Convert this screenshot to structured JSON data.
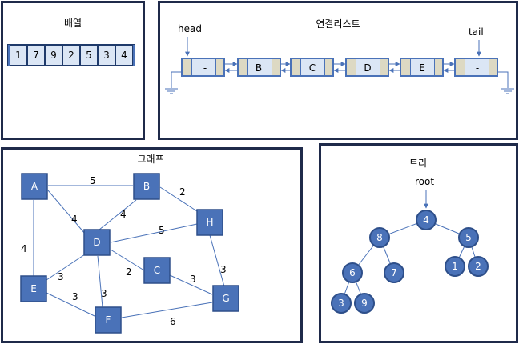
{
  "array_panel": {
    "title": "배열",
    "values": [
      "1",
      "7",
      "9",
      "2",
      "5",
      "3",
      "4"
    ]
  },
  "list_panel": {
    "title": "연결리스트",
    "head_label": "head",
    "tail_label": "tail",
    "nodes": [
      "-",
      "B",
      "C",
      "D",
      "E",
      "-"
    ]
  },
  "graph_panel": {
    "title": "그래프",
    "nodes": [
      "A",
      "B",
      "H",
      "D",
      "C",
      "E",
      "F",
      "G"
    ],
    "edges": [
      {
        "from": "A",
        "to": "B",
        "weight": "5"
      },
      {
        "from": "B",
        "to": "H",
        "weight": "2"
      },
      {
        "from": "A",
        "to": "D",
        "weight": "4"
      },
      {
        "from": "B",
        "to": "D",
        "weight": "4"
      },
      {
        "from": "D",
        "to": "H",
        "weight": "5"
      },
      {
        "from": "A",
        "to": "E",
        "weight": "4"
      },
      {
        "from": "D",
        "to": "C",
        "weight": "2"
      },
      {
        "from": "H",
        "to": "G",
        "weight": "3"
      },
      {
        "from": "D",
        "to": "E",
        "weight": "3"
      },
      {
        "from": "C",
        "to": "G",
        "weight": "3"
      },
      {
        "from": "D",
        "to": "F",
        "weight": "3"
      },
      {
        "from": "E",
        "to": "F",
        "weight": "3"
      },
      {
        "from": "F",
        "to": "G",
        "weight": "6"
      }
    ]
  },
  "tree_panel": {
    "title": "트리",
    "root_label": "root",
    "nodes": [
      "4",
      "8",
      "5",
      "6",
      "7",
      "1",
      "2",
      "3",
      "9"
    ]
  },
  "colors": {
    "node_fill": "#4a72b8",
    "node_stroke": "#2e4f8a",
    "line": "#4a72b8",
    "cell_light": "#dbe6f5",
    "cell_tan": "#ddd9c3",
    "border": "#1f2a4a"
  }
}
